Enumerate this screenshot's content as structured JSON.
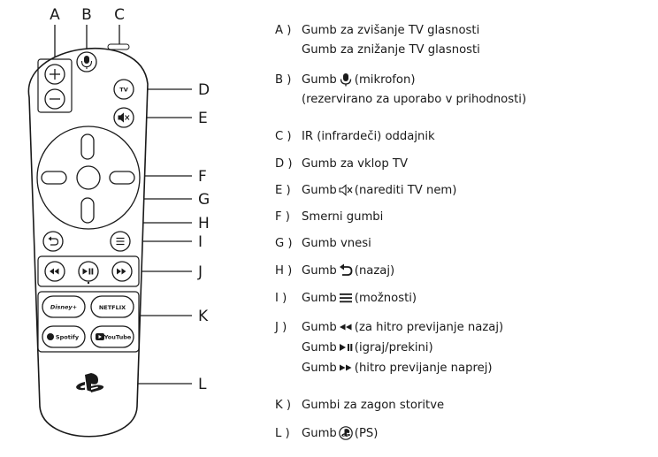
{
  "diagram": {
    "callouts": [
      "A",
      "B",
      "C",
      "D",
      "E",
      "F",
      "G",
      "H",
      "I",
      "J",
      "K",
      "L"
    ],
    "button_labels": {
      "tv": "TV",
      "netflix": "NETFLIX",
      "disney": "Disney+",
      "spotify": "Spotify",
      "youtube": "YouTube"
    }
  },
  "legend": [
    {
      "letter": "A )",
      "lines": [
        {
          "text": "Gumb za zvišanje TV glasnosti"
        },
        {
          "text": "Gumb za znižanje TV glasnosti"
        }
      ]
    },
    {
      "letter": "B )",
      "lines": [
        {
          "before": "Gumb",
          "icon": "microphone-icon",
          "after": "(mikrofon)"
        },
        {
          "text": "(rezervirano za uporabo v prihodnosti)"
        }
      ]
    },
    {
      "letter": "C )",
      "lines": [
        {
          "text": "IR (infrardeči) oddajnik"
        }
      ]
    },
    {
      "letter": "D )",
      "lines": [
        {
          "text": "Gumb za vklop TV"
        }
      ]
    },
    {
      "letter": "E )",
      "lines": [
        {
          "before": "Gumb",
          "icon": "mute-icon",
          "after": "(narediti TV nem)"
        }
      ]
    },
    {
      "letter": "F )",
      "lines": [
        {
          "text": "Smerni gumbi"
        }
      ]
    },
    {
      "letter": "G )",
      "lines": [
        {
          "text": "Gumb vnesi"
        }
      ]
    },
    {
      "letter": "H )",
      "lines": [
        {
          "before": "Gumb",
          "icon": "back-arrow-icon",
          "after": "(nazaj)"
        }
      ]
    },
    {
      "letter": "I )",
      "lines": [
        {
          "before": "Gumb",
          "icon": "options-icon",
          "after": "(možnosti)"
        }
      ]
    },
    {
      "letter": "J )",
      "lines": [
        {
          "before": "Gumb",
          "icon": "rewind-icon",
          "after": "(za hitro previjanje nazaj)"
        },
        {
          "before": "Gumb",
          "icon": "play-pause-icon",
          "after": "(igraj/prekini)"
        },
        {
          "before": "Gumb",
          "icon": "fast-forward-icon",
          "after": "(hitro previjanje naprej)"
        }
      ]
    },
    {
      "letter": "K )",
      "lines": [
        {
          "text": "Gumbi za zagon storitve"
        }
      ]
    },
    {
      "letter": "L )",
      "lines": [
        {
          "before": "Gumb",
          "icon": "ps-icon",
          "after": "(PS)"
        }
      ]
    }
  ]
}
